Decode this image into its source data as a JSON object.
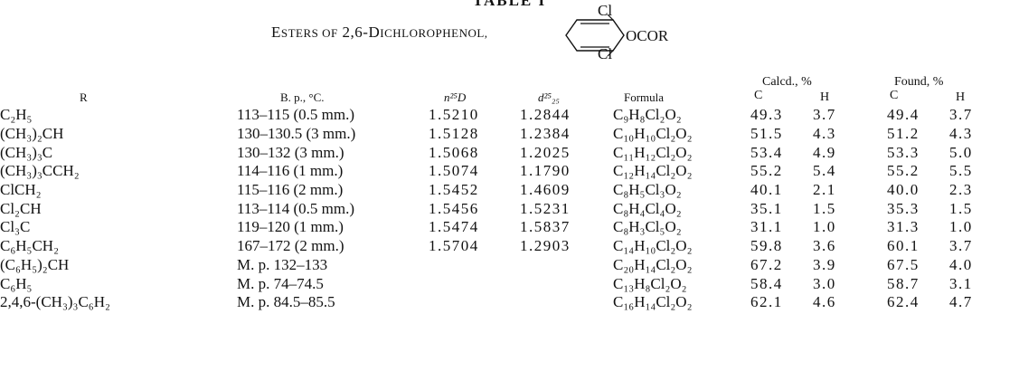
{
  "table_label": "TABLE I",
  "title": {
    "prefix": "E",
    "prefix_rest": "STERS OF",
    "compound": " 2,6-D",
    "compound_rest": "ICHLOROPHENOL,"
  },
  "structure": {
    "top_substituent": "Cl",
    "ester_group": "OCOR",
    "bottom_substituent": "Cl"
  },
  "headers": {
    "r": "R",
    "bp": "B. p., °C.",
    "refractive_index": "n²⁵D",
    "density": "d²⁵₂₅",
    "formula": "Formula",
    "calcd": "Calcd., %",
    "found": "Found, %",
    "c": "C",
    "h": "H"
  },
  "rows": [
    {
      "r": "C₂H₅",
      "bp": "113–115 (0.5 mm.)",
      "n": "1.5210",
      "d": "1.2844",
      "formula": "C₉H₈Cl₂O₂",
      "calc_c": "49.3",
      "calc_h": "3.7",
      "found_c": "49.4",
      "found_h": "3.7"
    },
    {
      "r": "(CH₃)₂CH",
      "bp": "130–130.5 (3 mm.)",
      "n": "1.5128",
      "d": "1.2384",
      "formula": "C₁₀H₁₀Cl₂O₂",
      "calc_c": "51.5",
      "calc_h": "4.3",
      "found_c": "51.2",
      "found_h": "4.3"
    },
    {
      "r": "(CH₃)₃C",
      "bp": "130–132 (3 mm.)",
      "n": "1.5068",
      "d": "1.2025",
      "formula": "C₁₁H₁₂Cl₂O₂",
      "calc_c": "53.4",
      "calc_h": "4.9",
      "found_c": "53.3",
      "found_h": "5.0"
    },
    {
      "r": "(CH₃)₃CCH₂",
      "bp": "114–116 (1 mm.)",
      "n": "1.5074",
      "d": "1.1790",
      "formula": "C₁₂H₁₄Cl₂O₂",
      "calc_c": "55.2",
      "calc_h": "5.4",
      "found_c": "55.2",
      "found_h": "5.5"
    },
    {
      "r": "ClCH₂",
      "bp": "115–116 (2 mm.)",
      "n": "1.5452",
      "d": "1.4609",
      "formula": "C₈H₅Cl₃O₂",
      "calc_c": "40.1",
      "calc_h": "2.1",
      "found_c": "40.0",
      "found_h": "2.3"
    },
    {
      "r": "Cl₂CH",
      "bp": "113–114 (0.5 mm.)",
      "n": "1.5456",
      "d": "1.5231",
      "formula": "C₈H₄Cl₄O₂",
      "calc_c": "35.1",
      "calc_h": "1.5",
      "found_c": "35.3",
      "found_h": "1.5"
    },
    {
      "r": "Cl₃C",
      "bp": "119–120 (1 mm.)",
      "n": "1.5474",
      "d": "1.5837",
      "formula": "C₈H₃Cl₅O₂",
      "calc_c": "31.1",
      "calc_h": "1.0",
      "found_c": "31.3",
      "found_h": "1.0"
    },
    {
      "r": "C₆H₅CH₂",
      "bp": "167–172 (2 mm.)",
      "n": "1.5704",
      "d": "1.2903",
      "formula": "C₁₄H₁₀Cl₂O₂",
      "calc_c": "59.8",
      "calc_h": "3.6",
      "found_c": "60.1",
      "found_h": "3.7"
    },
    {
      "r": "(C₆H₅)₂CH",
      "bp": "M. p. 132–133",
      "n": "",
      "d": "",
      "formula": "C₂₀H₁₄Cl₂O₂",
      "calc_c": "67.2",
      "calc_h": "3.9",
      "found_c": "67.5",
      "found_h": "4.0"
    },
    {
      "r": "C₆H₅",
      "bp": "M. p. 74–74.5",
      "n": "",
      "d": "",
      "formula": "C₁₃H₈Cl₂O₂",
      "calc_c": "58.4",
      "calc_h": "3.0",
      "found_c": "58.7",
      "found_h": "3.1"
    },
    {
      "r": "2,4,6-(CH₃)₃C₆H₂",
      "bp": "M. p. 84.5–85.5",
      "n": "",
      "d": "",
      "formula": "C₁₆H₁₄Cl₂O₂",
      "calc_c": "62.1",
      "calc_h": "4.6",
      "found_c": "62.4",
      "found_h": "4.7"
    }
  ]
}
